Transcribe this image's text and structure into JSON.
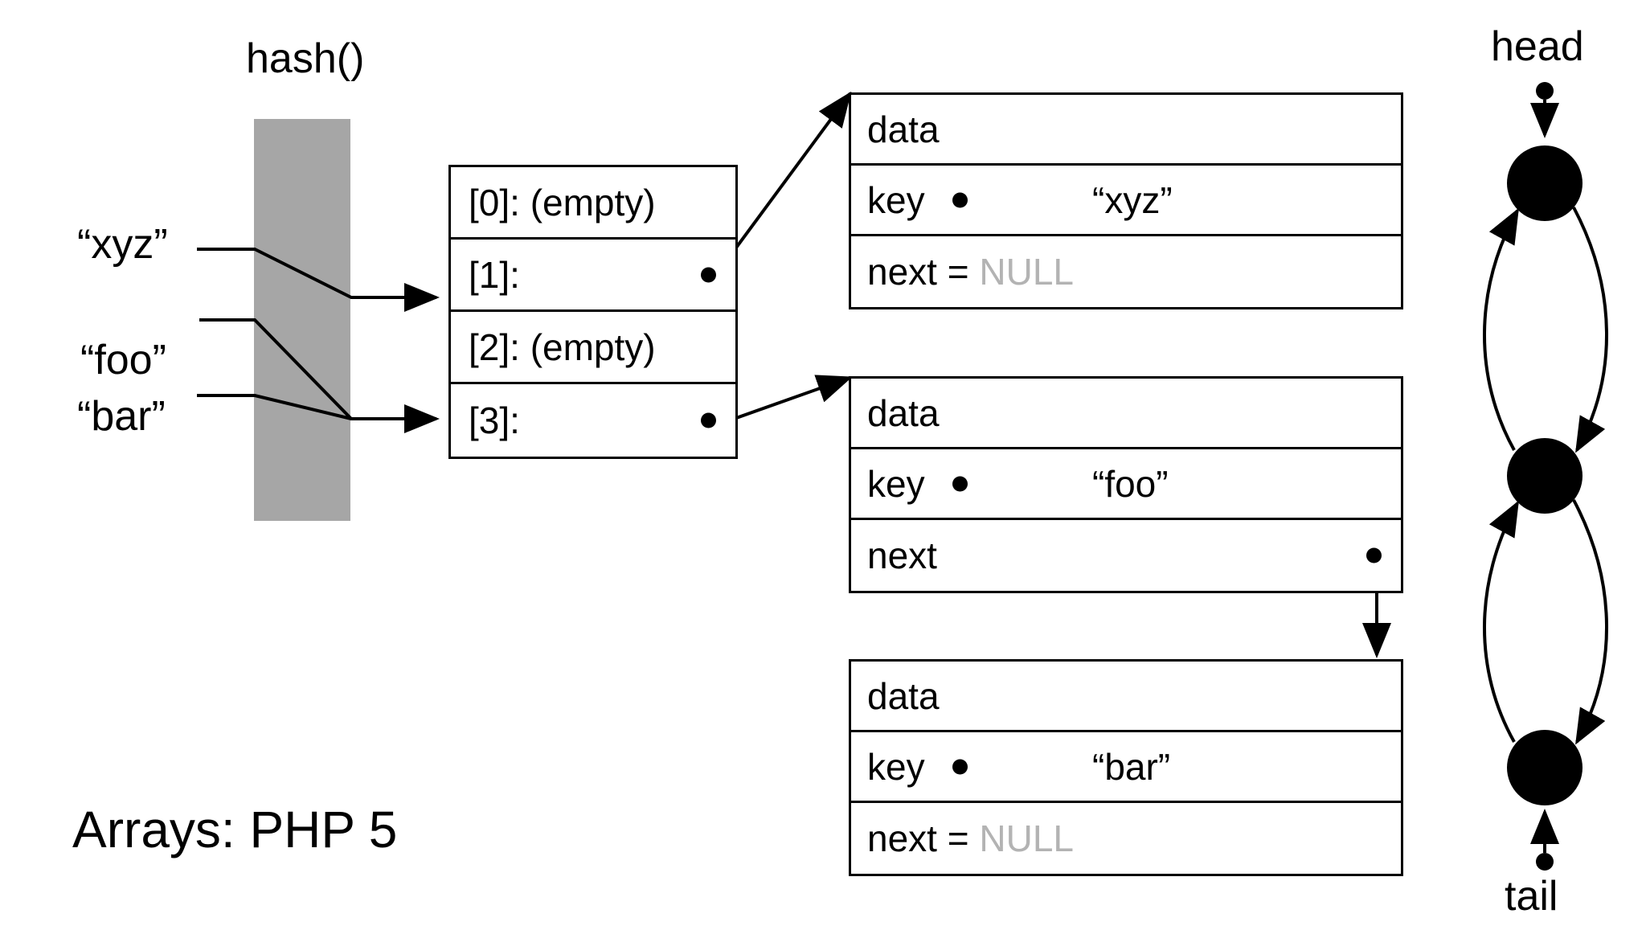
{
  "caption": "Arrays: PHP 5",
  "hash": {
    "function_label": "hash()",
    "bar_color": "#a6a6a6",
    "input_keys": [
      "“xyz”",
      "“foo”",
      "“bar”"
    ]
  },
  "bucket_table": {
    "rows": [
      {
        "label": "[0]: (empty)",
        "has_pointer": false
      },
      {
        "label": "[1]:",
        "has_pointer": true
      },
      {
        "label": "[2]: (empty)",
        "has_pointer": false
      },
      {
        "label": "[3]:",
        "has_pointer": true
      }
    ]
  },
  "nodes": [
    {
      "data_label": "data",
      "key_label": "key",
      "key_value": "“xyz”",
      "next_label": "next",
      "next_eq": " = ",
      "next_value": "NULL",
      "next_is_null": true
    },
    {
      "data_label": "data",
      "key_label": "key",
      "key_value": "“foo”",
      "next_label": "next",
      "next_eq": "",
      "next_value": "",
      "next_is_null": false
    },
    {
      "data_label": "data",
      "key_label": "key",
      "key_value": "“bar”",
      "next_label": "next",
      "next_eq": " = ",
      "next_value": "NULL",
      "next_is_null": true
    }
  ],
  "linked_list": {
    "head_label": "head",
    "tail_label": "tail",
    "node_count": 3,
    "node_fill": "#000000"
  },
  "colors": {
    "stroke": "#000000",
    "null_gray": "#b3b3b3",
    "hash_bar_gray": "#a6a6a6",
    "background": "#ffffff"
  }
}
